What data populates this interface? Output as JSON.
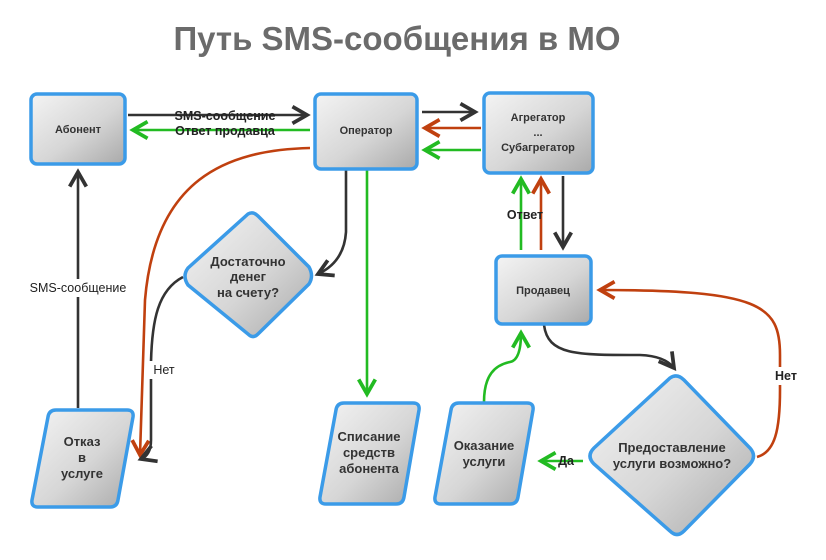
{
  "title": "Путь SMS-сообщения в МО",
  "nodes": {
    "subscriber": "Абонент",
    "operator": "Оператор",
    "aggregator_line1": "Агрегатор",
    "aggregator_line2": "...",
    "aggregator_line3": "Субагрегатор",
    "seller": "Продавец",
    "enough_money_line1": "Достаточно",
    "enough_money_line2": "денег",
    "enough_money_line3": "на счету?",
    "service_refusal_line1": "Отказ",
    "service_refusal_line2": "в",
    "service_refusal_line3": "услуге",
    "debit_line1": "Списание",
    "debit_line2": "средств",
    "debit_line3": "абонента",
    "service_render_line1": "Оказание",
    "service_render_line2": "услуги",
    "service_possible_line1": "Предоставление",
    "service_possible_line2": "услуги возможно?"
  },
  "edges": {
    "sms_message": "SMS-сообщение",
    "seller_reply": "Ответ продавца",
    "reply": "Ответ",
    "sms_message_left": "SMS-сообщение",
    "no_left": "Нет",
    "no_right": "Нет",
    "yes": "Да"
  },
  "colors": {
    "black_arrow": "#333333",
    "green_arrow": "#22bb22",
    "red_arrow": "#c0400f",
    "node_border": "#3b9be8",
    "title": "#6b6b6b"
  }
}
